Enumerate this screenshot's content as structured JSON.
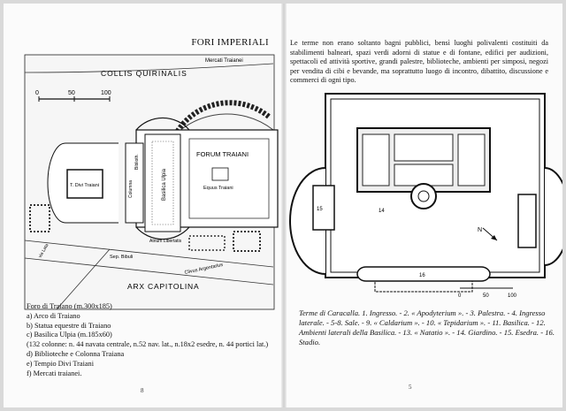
{
  "left_page": {
    "running_head": "FORI IMPERIALI",
    "page_number": "8",
    "map_labels": {
      "collis": "COLLIS QUIRINALIS",
      "mercati": "Mercati Traianei",
      "forum": "FORUM TRAIANI",
      "equus": "Equus Traiani",
      "basilica": "Basilica Ulpia",
      "tdivi": "T. Divi Traiani",
      "atrium": "Atrium Libertatis",
      "bibl": "Biblioth.",
      "col": "Columna",
      "sep": "Sep. Bibuli",
      "clivus": "Clivus Argentarius",
      "arx": "ARX CAPITOLINA",
      "via": "via Lata",
      "scale0": "0",
      "scale50": "50",
      "scale100": "100"
    },
    "caption_lines": [
      "Foro di Traiano (m.300x185)",
      "a) Arco di Traiano",
      "b) Statua equestre di Traiano",
      "c) Basilica Ulpia (m.185x60)",
      "(132 colonne: n. 44 navata centrale, n.52 nav. lat., n.18x2 esedre, n. 44 portici lat.)",
      "d) Biblioteche e Colonna Traiana",
      "e) Tempio Divi Traiani",
      "f) Mercati traianei."
    ]
  },
  "right_page": {
    "page_number": "5",
    "intro_text": "Le terme non erano soltanto bagni pubblici, bensì luoghi polivalenti costituiti da stabilimenti balneari, spazi verdi adorni di statue e di fontane, edifici per audizioni, spettacoli ed attività sportive, grandi palestre, biblioteche, ambienti per simposi, negozi per vendita di cibi e bevande, ma soprattutto luogo di incontro, dibattito, discussione e commerci di ogni tipo.",
    "plan_caption": "Terme di Caracalla. 1. Ingresso. - 2. « Apodyterium ». - 3. Palestra. - 4. Ingresso laterale. - 5-8. Sale. - 9. « Caldarium ». - 10. « Tepidarium ». - 11. Basilica. - 12. Ambienti laterali della Basilica. - 13. « Natatio ». - 14. Giardino. - 15. Esedra. - 16. Stadio.",
    "plan_labels": {
      "n14": "14",
      "n15": "15",
      "n16": "16",
      "north": "N",
      "s0": "0",
      "s50": "50",
      "s100": "100"
    }
  }
}
